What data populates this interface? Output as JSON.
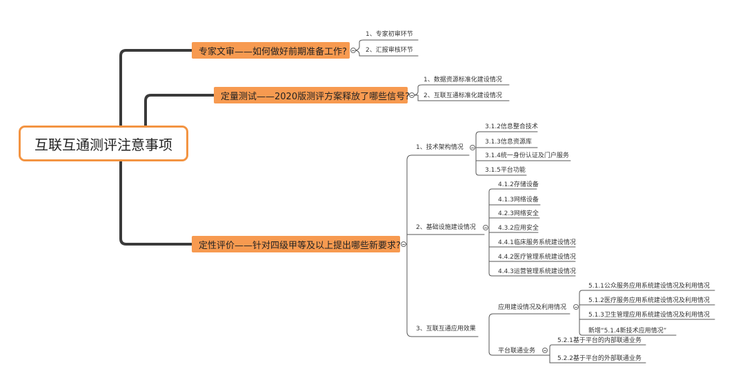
{
  "root": {
    "title": "互联互通测评注意事项"
  },
  "branches": {
    "b1": {
      "title": "专家文审——如何做好前期准备工作?",
      "items": [
        "1、专家初审环节",
        "2、汇报审核环节"
      ]
    },
    "b2": {
      "title": "定量测试——2020版测评方案释放了哪些信号?",
      "items": [
        "1、数据资源标准化建设情况",
        "2、互联互通标准化建设情况"
      ]
    },
    "b3": {
      "title": "定性评价——针对四级甲等及以上提出哪些新要求?",
      "sub1": {
        "title": "1、技术架构情况",
        "items": [
          "3.1.2信息整合技术",
          "3.1.3信息资源库",
          "3.1.4统一身份认证及门户服务",
          "3.1.5平台功能"
        ]
      },
      "sub2": {
        "title": "2、基础设施建设情况",
        "items": [
          "4.1.2存储设备",
          "4.1.3网络设备",
          "4.2.3网络安全",
          "4.3.2应用安全",
          "4.4.1临床服务系统建设情况",
          "4.4.2医疗管理系统建设情况",
          "4.4.3运营管理系统建设情况"
        ]
      },
      "sub3": {
        "title": "3、互联互通应用效果",
        "app": {
          "title": "应用建设情况及利用情况",
          "items": [
            "5.1.1公众服务应用系统建设情况及利用情况",
            "5.1.2医疗服务应用系统建设情况及利用情况",
            "5.1.3卫生管理应用系统建设情况及利用情况",
            "新增“5.1.4新技术应用情况”"
          ]
        },
        "plat": {
          "title": "平台联通业务",
          "items": [
            "5.2.1基于平台的内部联通业务",
            "5.2.2基于平台的外部联通业务"
          ]
        }
      }
    }
  }
}
